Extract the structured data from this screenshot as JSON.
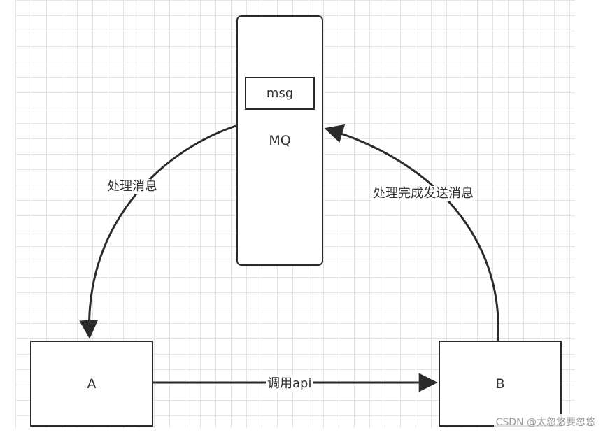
{
  "diagram": {
    "nodes": {
      "mq": {
        "label": "MQ"
      },
      "msg": {
        "label": "msg"
      },
      "a": {
        "label": "A"
      },
      "b": {
        "label": "B"
      }
    },
    "edges": {
      "mq_to_a": {
        "label": "处理消息"
      },
      "b_to_mq": {
        "label": "处理完成发送消息"
      },
      "a_to_b": {
        "label": "调用api"
      }
    }
  },
  "watermark": {
    "text": "CSDN @太忽悠要忽悠"
  },
  "colors": {
    "line": "#2b2b2b",
    "grid": "#e4e4e4",
    "text": "#333333"
  }
}
